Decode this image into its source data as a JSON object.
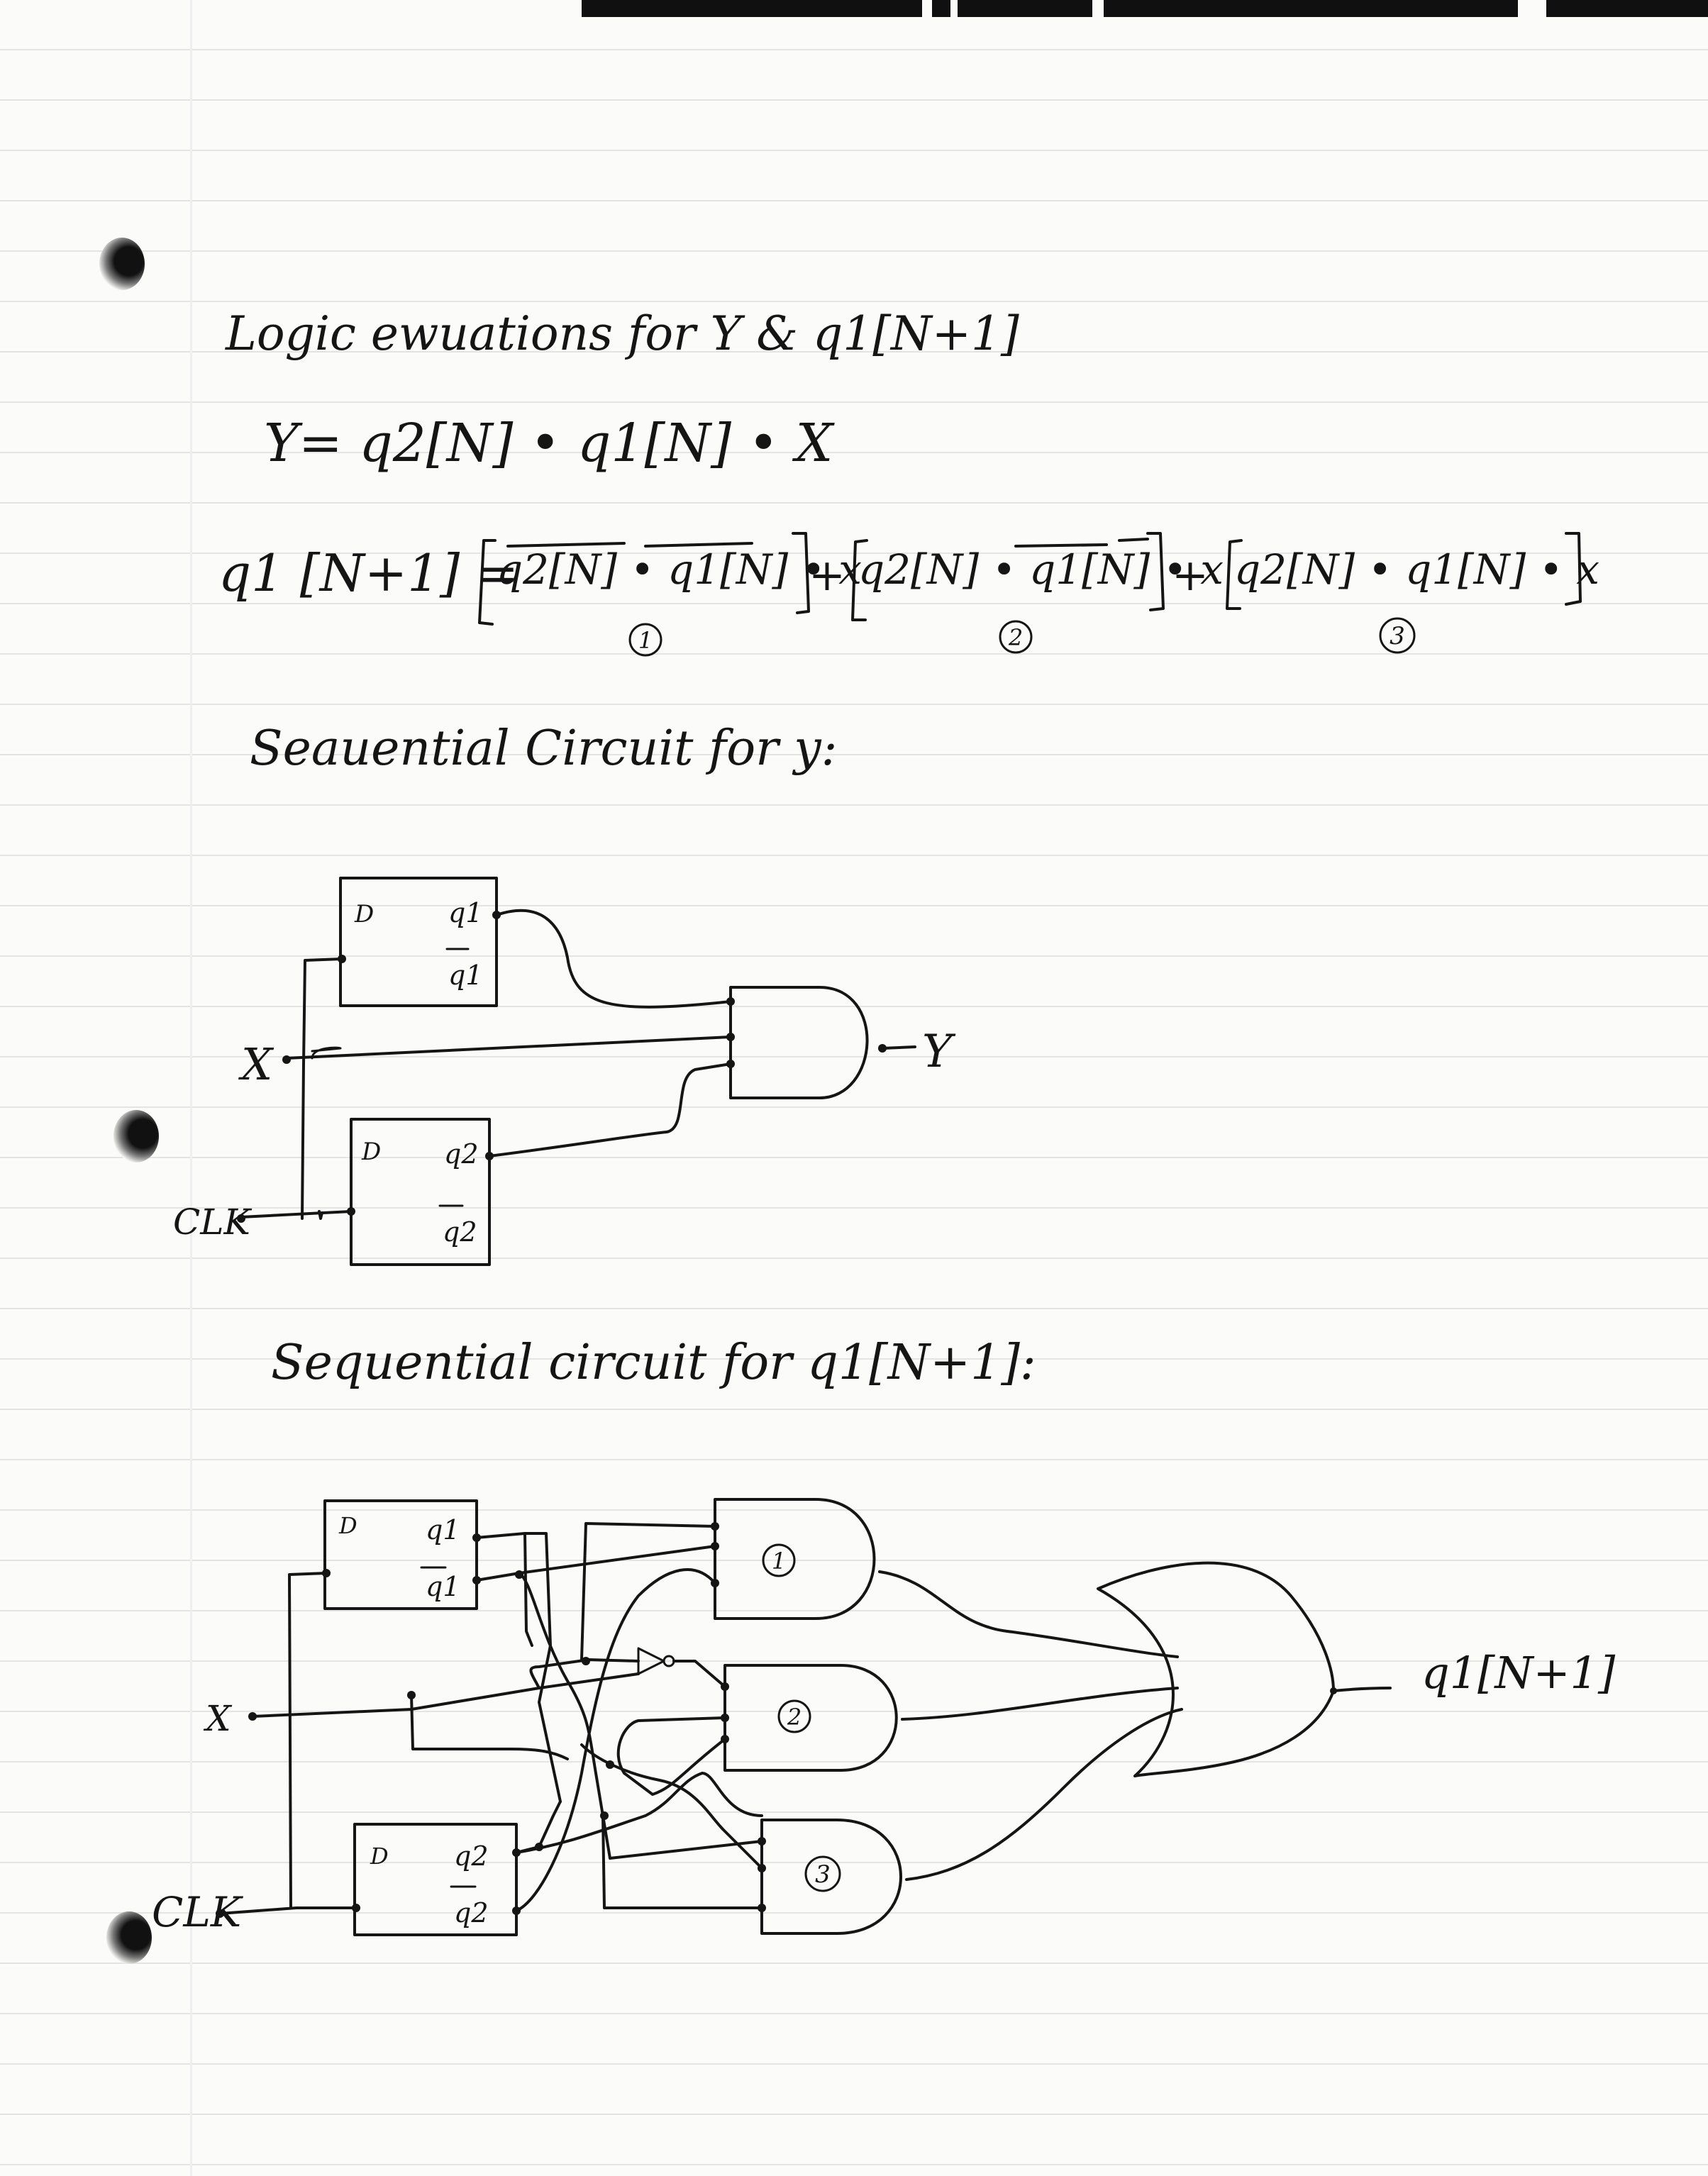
{
  "section_equations": {
    "title": "Logic ewuations for Y & q1[N+1]",
    "y_eq": "Y=  q2[N] • q1[N] • X",
    "q1_lhs": "q1 [N+1] =",
    "terms": [
      {
        "text": "q2[N] • q1[N] • x",
        "marker": "1",
        "join": "+"
      },
      {
        "text": "q2[N] • q1[N] • x",
        "marker": "2",
        "join": "+"
      },
      {
        "text": "q2[N] • q1[N] • x",
        "marker": "3",
        "join": ""
      }
    ]
  },
  "section_circuit_y": {
    "title": "Seauential Circuit for y:",
    "ff1": {
      "d": "D",
      "q": "q1",
      "qbar": "q1"
    },
    "ff2": {
      "d": "D",
      "q": "q2",
      "qbar": "q2"
    },
    "input_x": "X",
    "input_clk": "CLK",
    "output": "Y"
  },
  "section_circuit_q1": {
    "title": "Sequential circuit for q1[N+1]:",
    "ff1": {
      "d": "D",
      "q": "q1",
      "qbar": "q1"
    },
    "ff2": {
      "d": "D",
      "q": "q2",
      "qbar": "q2"
    },
    "input_x": "X",
    "input_clk": "CLK",
    "gates": [
      {
        "type": "and",
        "label": "1"
      },
      {
        "type": "and",
        "label": "2"
      },
      {
        "type": "and",
        "label": "3"
      },
      {
        "type": "or",
        "label": ""
      },
      {
        "type": "not",
        "label": ""
      }
    ],
    "output": "q1[N+1]"
  }
}
